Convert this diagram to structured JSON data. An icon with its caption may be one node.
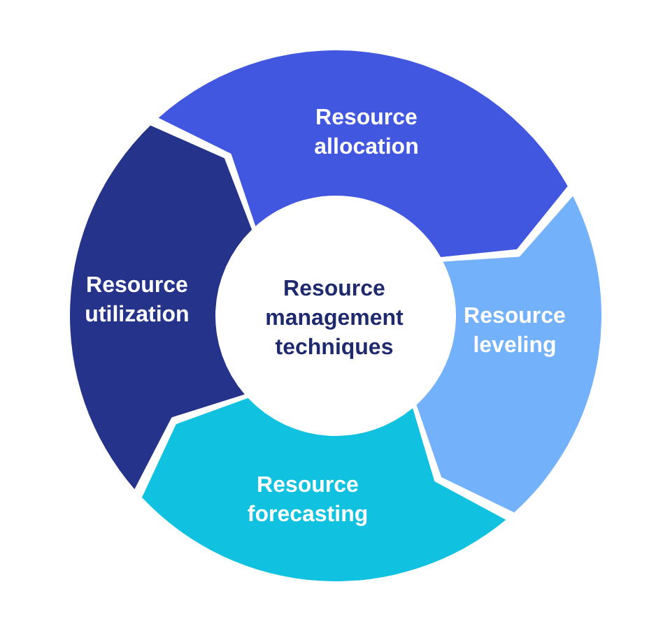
{
  "diagram": {
    "nodes": [
      {
        "text": [
          "Resource allocation"
        ]
      },
      {
        "text": [
          "Resource utilization"
        ]
      },
      {
        "text": [
          "Resource management techniques"
        ]
      },
      {
        "text": [
          "Resource leveling"
        ]
      },
      {
        "text": [
          "Resource forecasting"
        ]
      }
    ]
  }
}
